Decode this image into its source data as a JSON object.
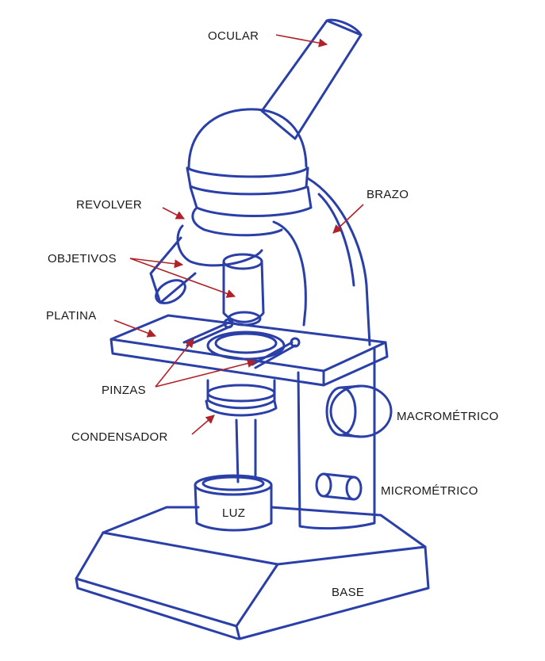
{
  "colors": {
    "ink": "#2a3fa8",
    "arrow": "#b0222a",
    "text": "#1a1a1a",
    "background": "#ffffff"
  },
  "labels": {
    "ocular": "OCULAR",
    "brazo": "BRAZO",
    "revolver": "REVOLVER",
    "objetivos": "OBJETIVOS",
    "platina": "PLATINA",
    "pinzas": "PINZAS",
    "condensador": "CONDENSADOR",
    "macrometrico": "MACROMÉTRICO",
    "micrometrico": "MICROMÉTRICO",
    "luz": "LUZ",
    "base": "BASE"
  }
}
